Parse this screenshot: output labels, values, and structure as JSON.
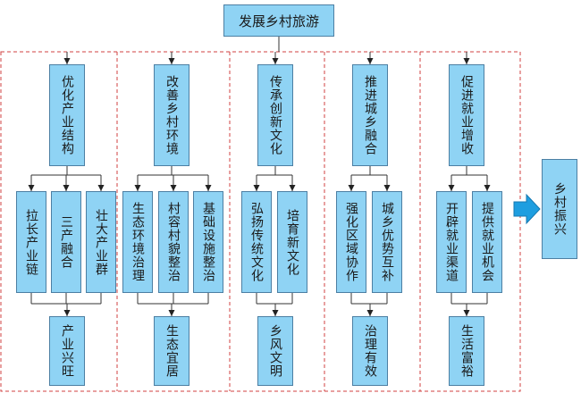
{
  "title": "发展乡村旅游",
  "result": "乡村振兴",
  "columns": [
    {
      "head": "优化产业结构",
      "subs": [
        "拉长产业链",
        "三产融合",
        "壮大产业群"
      ],
      "outcome": "产业兴旺"
    },
    {
      "head": "改善乡村环境",
      "subs": [
        "生态环境治理",
        "村容村貌整治",
        "基础设施整治"
      ],
      "outcome": "生态宜居"
    },
    {
      "head": "传承创新文化",
      "subs": [
        "弘扬传统文化",
        "培育新文化"
      ],
      "outcome": "乡风文明"
    },
    {
      "head": "推进城乡融合",
      "subs": [
        "强化区域协作",
        "城乡优势互补"
      ],
      "outcome": "治理有效"
    },
    {
      "head": "促进就业增收",
      "subs": [
        "开辟就业渠道",
        "提供就业机会"
      ],
      "outcome": "生活富裕"
    }
  ],
  "colors": {
    "box_fill": "#8fd3f4",
    "box_border": "#4c7fa3",
    "dash": "#d04040",
    "line": "#333333",
    "arrow": "#1e9ee0"
  }
}
